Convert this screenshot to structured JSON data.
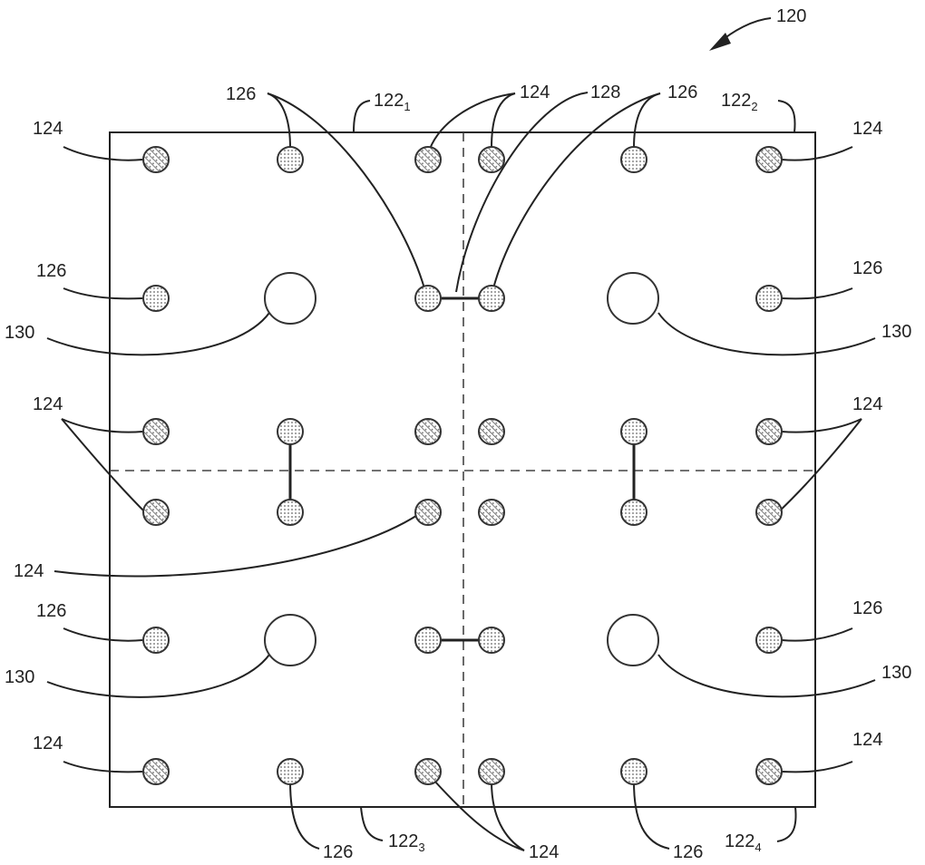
{
  "figure": {
    "ref_number": "120",
    "colors": {
      "line": "#222222",
      "signal_pad_fill": "#cfcfcf",
      "ground_pad_fill": "#cfcfcf",
      "via_fill": "#ffffff"
    },
    "labels": {
      "l120": "120",
      "q1_main": "122",
      "q1_sub": "1",
      "q2_main": "122",
      "q2_sub": "2",
      "q3_main": "122",
      "q3_sub": "3",
      "q4_main": "122",
      "q4_sub": "4",
      "top_126_left": "126",
      "top_124_mid": "124",
      "top_128": "128",
      "top_126_right": "126",
      "r1_124_left": "124",
      "r1_124_right": "124",
      "r2_126_left": "126",
      "r2_126_right": "126",
      "r2_130_left": "130",
      "r2_130_right": "130",
      "r3_124_left": "124",
      "r3_124_right": "124",
      "mid_124_left": "124",
      "r5_126_left": "126",
      "r5_126_right": "126",
      "r5_130_left": "130",
      "r5_130_right": "130",
      "r6_124_left": "124",
      "r6_124_right": "124",
      "bot_126_left": "126",
      "bot_124_mid": "124",
      "bot_126_right": "126"
    }
  }
}
